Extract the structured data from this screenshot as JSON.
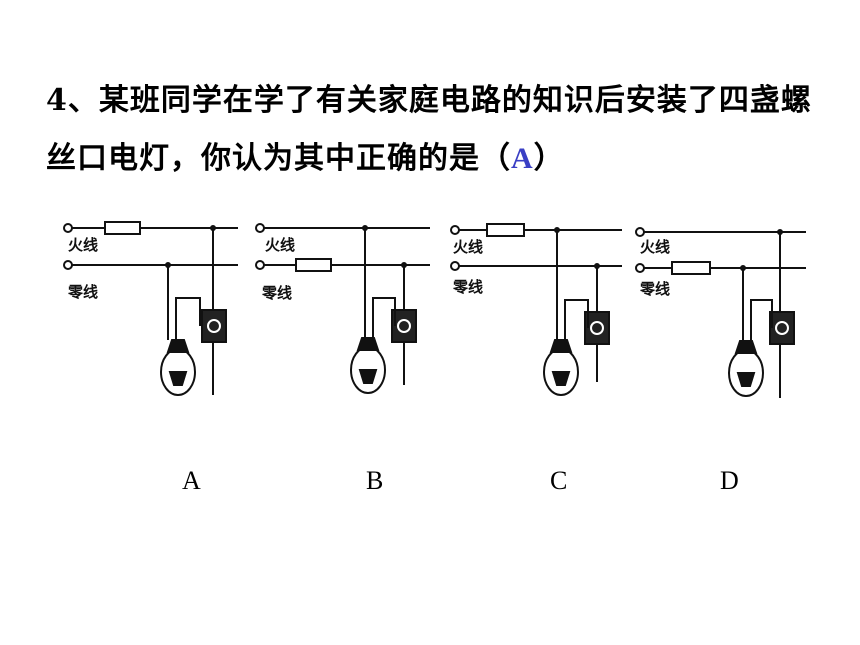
{
  "question": {
    "prefix": "4、某班同学在学了有关家庭电路的知识后安装了四盏螺丝口电灯，你认为其中正确的是（",
    "answer": "A",
    "suffix": "）"
  },
  "wires": {
    "live": "火线",
    "neutral": "零线"
  },
  "options": [
    "A",
    "B",
    "C",
    "D"
  ]
}
